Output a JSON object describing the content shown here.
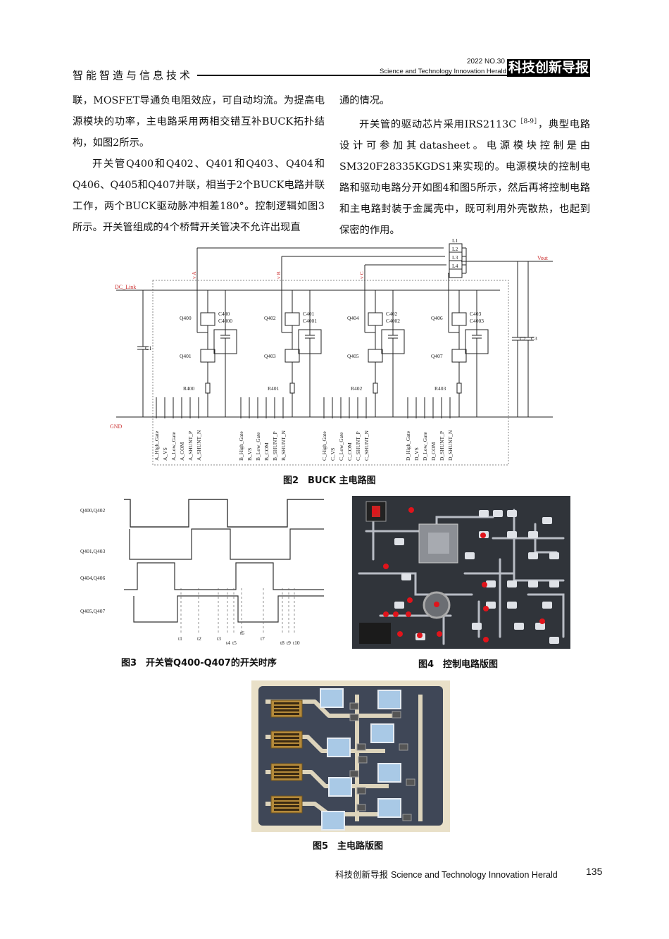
{
  "header": {
    "section": "智能智造与信息技术",
    "issue": "2022 NO.30",
    "journal_en": "Science and Technology Innovation Herald",
    "brand": "科技创新导报"
  },
  "body": {
    "left": [
      "联，MOSFET导通负电阻效应，可自动均流。为提高电源模块的功率，主电路采用两相交错互补BUCK拓扑结构，如图2所示。",
      "开关管Q400和Q402、Q401和Q403、Q404和Q406、Q405和Q407并联，相当于2个BUCK电路并联工作，两个BUCK驱动脉冲相差180°。控制逻辑如图3所示。开关管组成的4个桥臂开关管决不允许出现直"
    ],
    "right_p1": "通的情况。",
    "right_p2_a": "开关管的驱动芯片采用IRS2113C",
    "right_p2_ref": "［8-9］",
    "right_p2_b": "，典型电路设计可参加其datasheet。电源模块控制是由SM320F28335KGDS1来实现的。电源模块的控制电路和驱动电路分开如图4和图5所示，然后再将控制电路和主电路封装于金属壳中，既可利用外壳散热，也起到保密的作用。"
  },
  "figures": {
    "fig2": {
      "caption": "图2　BUCK 主电路图",
      "inductors": [
        "L1",
        "L2",
        "L3",
        "L4"
      ],
      "vout": "Vout",
      "dc_link": "DC_Link",
      "gnd": "GND",
      "phases": [
        {
          "tag": "v_A",
          "q_hi": "Q400",
          "q_lo": "Q401",
          "r": "R400",
          "caps": [
            "C400",
            "C4000"
          ],
          "pins": [
            "A_High_Gate",
            "A_VS",
            "A_Low_Gate",
            "A_COM",
            "A_SHUNT_P",
            "A_SHUNT_N"
          ]
        },
        {
          "tag": "v_B",
          "q_hi": "Q402",
          "q_lo": "Q403",
          "r": "R401",
          "caps": [
            "C401",
            "C4001"
          ],
          "pins": [
            "B_High_Gate",
            "B_VS",
            "B_Low_Gate",
            "B_COM",
            "B_SHUNT_P",
            "B_SHUNT_N"
          ]
        },
        {
          "tag": "v_C",
          "q_hi": "Q404",
          "q_lo": "Q405",
          "r": "R402",
          "caps": [
            "C402",
            "C4002"
          ],
          "pins": [
            "C_High_Gate",
            "C_VS",
            "C_Low_Gate",
            "C_COM",
            "C_SHUNT_P",
            "C_SHUNT_N"
          ]
        },
        {
          "tag": "",
          "q_hi": "Q406",
          "q_lo": "Q407",
          "r": "R403",
          "caps": [
            "C403",
            "C4003"
          ],
          "pins": [
            "D_High_Gate",
            "D_VS",
            "D_Low_Gate",
            "D_COM",
            "D_SHUNT_P",
            "D_SHUNT_N"
          ]
        }
      ],
      "c1": "C1",
      "c2": "C2",
      "c3": "C3"
    },
    "fig3": {
      "caption": "图3　开关管Q400-Q407的开关时序",
      "signals": [
        "Q400,Q402",
        "Q401,Q403",
        "Q404,Q406",
        "Q405,Q407"
      ],
      "times": [
        "t1",
        "t2",
        "t3",
        "t4",
        "t5",
        "t6",
        "t7",
        "t8",
        "t9",
        "t10"
      ]
    },
    "fig4": {
      "caption": "图4　控制电路版图"
    },
    "fig5": {
      "caption": "图5　主电路版图"
    }
  },
  "footer": {
    "journal_cn": "科技创新导报",
    "journal_en": "Science and Technology Innovation Herald",
    "page": "135"
  }
}
